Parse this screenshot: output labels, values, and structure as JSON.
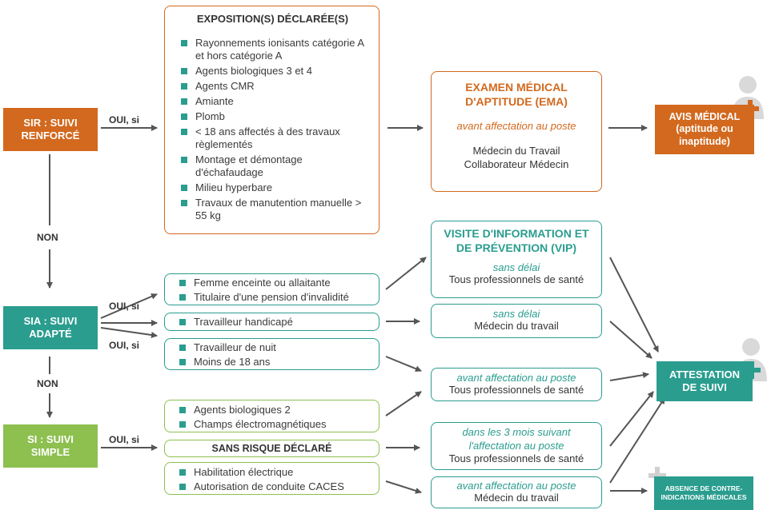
{
  "left": {
    "sir": "SIR : SUIVI RENFORCÉ",
    "sia": "SIA : SUIVI ADAPTÉ",
    "si": "SI : SUIVI SIMPLE",
    "non1": "NON",
    "non2": "NON",
    "oui_sir": "OUI, si",
    "oui_sia1": "OUI, si",
    "oui_sia2": "OUI, si",
    "oui_si": "OUI, si"
  },
  "exposition": {
    "title": "EXPOSITION(S) DÉCLARÉE(S)",
    "items": [
      "Rayonnements ionisants catégorie A et hors catégorie A",
      "Agents biologiques 3 et 4",
      "Agents CMR",
      "Amiante",
      "Plomb",
      "< 18 ans affectés à des travaux règlementés",
      "Montage et démontage d'échafaudage",
      "Milieu hyperbare",
      "Travaux de manutention manuelle > 55 kg"
    ]
  },
  "ema": {
    "title": "EXAMEN MÉDICAL D'APTITUDE (EMA)",
    "when": "avant affectation au poste",
    "who1": "Médecin du Travail",
    "who2": "Collaborateur Médecin"
  },
  "avis": {
    "label": "AVIS MÉDICAL (aptitude ou inaptitude)"
  },
  "sia_boxes": {
    "b1": [
      "Femme enceinte ou allaitante",
      "Titulaire d'une pension d'invalidité"
    ],
    "b2": [
      "Travailleur handicapé"
    ],
    "b3": [
      "Travailleur de nuit",
      "Moins de 18 ans"
    ]
  },
  "si_boxes": {
    "b1": [
      "Agents biologiques 2",
      "Champs électromagnétiques"
    ],
    "b2": "SANS RISQUE DÉCLARÉ",
    "b3": [
      "Habilitation électrique",
      "Autorisation de conduite CACES"
    ]
  },
  "vip": {
    "title": "VISITE D'INFORMATION ET DE PRÉVENTION (VIP)",
    "r1_when": "sans délai",
    "r1_who": "Tous professionnels de santé",
    "r2_when": "sans délai",
    "r2_who": "Médecin du travail",
    "r3_when": "avant affectation au poste",
    "r3_who": "Tous professionnels de santé",
    "r4_when": "dans les 3 mois suivant l'affectation au poste",
    "r4_who": "Tous professionnels de santé",
    "r5_when": "avant affectation au poste",
    "r5_who": "Médecin du travail"
  },
  "attestation": {
    "label": "ATTESTATION DE SUIVI"
  },
  "absence": {
    "label": "ABSENCE DE CONTRE-INDICATIONS MÉDICALES"
  },
  "colors": {
    "orange": "#d2691e",
    "teal": "#2a9d8f",
    "green": "#8dc04f",
    "arrow": "#555555"
  }
}
